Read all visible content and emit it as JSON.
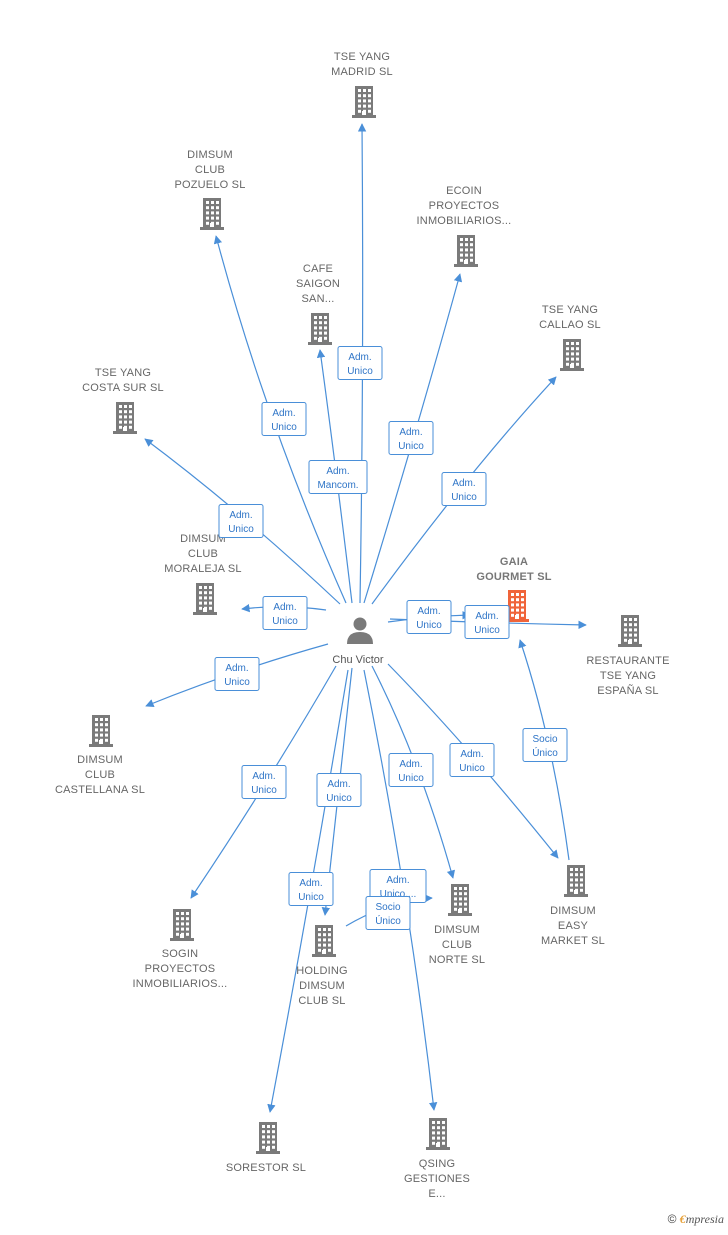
{
  "center": {
    "name": "Chu Victor",
    "icon": "person-icon"
  },
  "colors": {
    "edge": "#4a8fd8",
    "building": "#7a7a7a",
    "focus_building": "#f0643a"
  },
  "nodes": [
    {
      "id": "tse_madrid",
      "lines": [
        "TSE YANG",
        "MADRID SL"
      ],
      "icon": "building-icon"
    },
    {
      "id": "pozuelo",
      "lines": [
        "DIMSUM",
        "CLUB",
        "POZUELO  SL"
      ],
      "icon": "building-icon"
    },
    {
      "id": "ecoin",
      "lines": [
        "ECOIN",
        "PROYECTOS",
        "INMOBILIARIOS..."
      ],
      "icon": "building-icon"
    },
    {
      "id": "saigon",
      "lines": [
        "CAFE",
        "SAIGON",
        "SAN..."
      ],
      "icon": "building-icon"
    },
    {
      "id": "callao",
      "lines": [
        "TSE YANG",
        "CALLAO SL"
      ],
      "icon": "building-icon"
    },
    {
      "id": "costasur",
      "lines": [
        "TSE YANG",
        "COSTA SUR SL"
      ],
      "icon": "building-icon"
    },
    {
      "id": "moraleja",
      "lines": [
        "DIMSUM",
        "CLUB",
        "MORALEJA SL"
      ],
      "icon": "building-icon"
    },
    {
      "id": "gaia",
      "lines": [
        "GAIA",
        "GOURMET  SL"
      ],
      "icon": "building-icon",
      "focus": true
    },
    {
      "id": "restaurante",
      "lines": [
        "RESTAURANTE",
        "TSE YANG",
        "ESPAÑA  SL"
      ],
      "icon": "building-icon"
    },
    {
      "id": "castellana",
      "lines": [
        "DIMSUM",
        "CLUB",
        "CASTELLANA SL"
      ],
      "icon": "building-icon"
    },
    {
      "id": "easy",
      "lines": [
        "DIMSUM",
        "EASY",
        "MARKET  SL"
      ],
      "icon": "building-icon"
    },
    {
      "id": "norte",
      "lines": [
        "DIMSUM",
        "CLUB",
        "NORTE  SL"
      ],
      "icon": "building-icon"
    },
    {
      "id": "sogin",
      "lines": [
        "SOGIN",
        "PROYECTOS",
        "INMOBILIARIOS..."
      ],
      "icon": "building-icon"
    },
    {
      "id": "holding",
      "lines": [
        "HOLDING",
        "DIMSUM",
        "CLUB SL"
      ],
      "icon": "building-icon"
    },
    {
      "id": "sorestor",
      "lines": [
        "SORESTOR SL"
      ],
      "icon": "building-icon"
    },
    {
      "id": "qsing",
      "lines": [
        "QSING",
        "GESTIONES",
        "E..."
      ],
      "icon": "building-icon"
    }
  ],
  "edges": [
    {
      "id": "e_madrid",
      "lines": [
        "Adm.",
        "Unico"
      ]
    },
    {
      "id": "e_pozuelo",
      "lines": [
        "Adm.",
        "Unico"
      ]
    },
    {
      "id": "e_ecoin",
      "lines": [
        "Adm.",
        "Unico"
      ]
    },
    {
      "id": "e_saigon",
      "lines": [
        "Adm.",
        "Mancom."
      ]
    },
    {
      "id": "e_callao",
      "lines": [
        "Adm.",
        "Unico"
      ]
    },
    {
      "id": "e_costasur",
      "lines": [
        "Adm.",
        "Unico"
      ]
    },
    {
      "id": "e_moraleja",
      "lines": [
        "Adm.",
        "Unico"
      ]
    },
    {
      "id": "e_gaia",
      "lines": [
        "Adm.",
        "Unico"
      ]
    },
    {
      "id": "e_restaurante",
      "lines": [
        "Adm.",
        "Unico"
      ]
    },
    {
      "id": "e_castellana",
      "lines": [
        "Adm.",
        "Unico"
      ]
    },
    {
      "id": "e_easy",
      "lines": [
        "Adm.",
        "Unico"
      ]
    },
    {
      "id": "e_easy_gaia",
      "lines": [
        "Socio",
        "Único"
      ]
    },
    {
      "id": "e_norte",
      "lines": [
        "Adm.",
        "Unico"
      ]
    },
    {
      "id": "e_sogin",
      "lines": [
        "Adm.",
        "Unico"
      ]
    },
    {
      "id": "e_holding",
      "lines": [
        "Adm.",
        "Unico"
      ]
    },
    {
      "id": "e_sorestor",
      "lines": [
        "Adm.",
        "Unico"
      ]
    },
    {
      "id": "e_qsing",
      "lines": [
        "Adm.",
        "Unico,..."
      ]
    },
    {
      "id": "e_holding_norte",
      "lines": [
        "Socio",
        "Único"
      ]
    }
  ],
  "footer": {
    "copyright": "©",
    "brand_initial": "€",
    "brand_rest": "mpresia"
  }
}
